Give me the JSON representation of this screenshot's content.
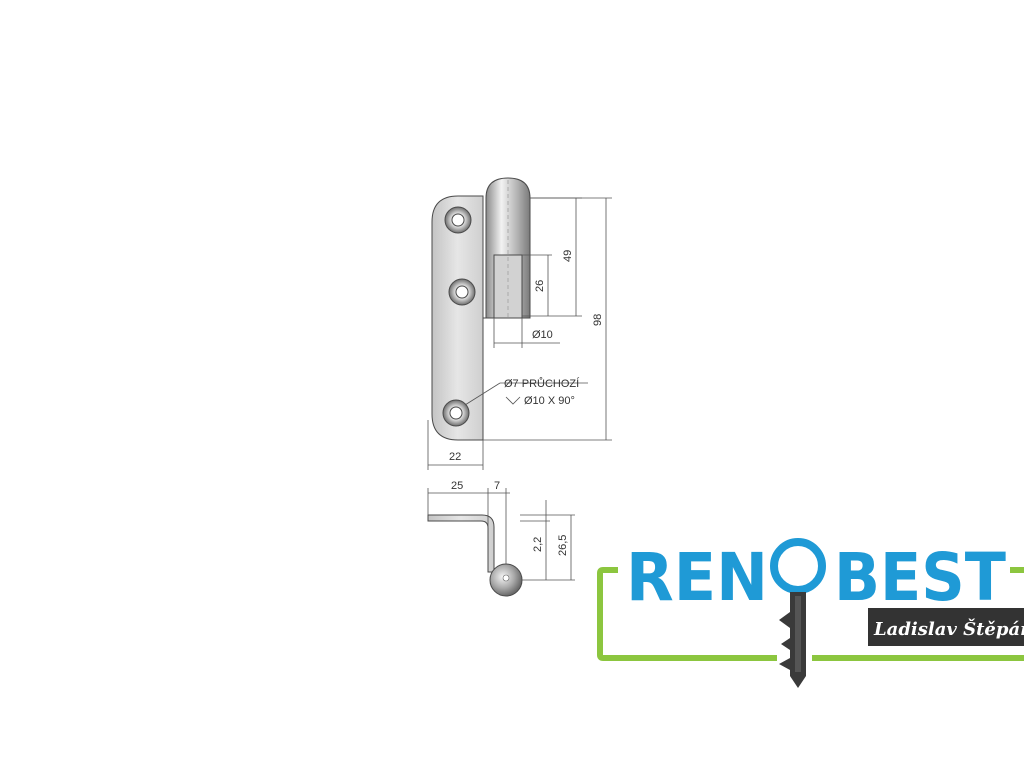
{
  "drawing": {
    "dim_49": "49",
    "dim_26": "26",
    "dim_98": "98",
    "dim_d10": "Ø10",
    "dim_22": "22",
    "note_hole_line1": "Ø7 PRŮCHOZÍ",
    "note_hole_line2": "Ø10 X 90°",
    "dim_25": "25",
    "dim_7": "7",
    "dim_2_2": "2,2",
    "dim_26_5": "26,5"
  },
  "logo": {
    "brand_left": "REN",
    "brand_right": "BEST",
    "owner": "Ladislav Štěpán",
    "colors": {
      "brand_blue": "#1f9ad6",
      "frame_green": "#8cc63f",
      "key_dark": "#3a3a3a",
      "plate_dark": "#333333"
    }
  }
}
